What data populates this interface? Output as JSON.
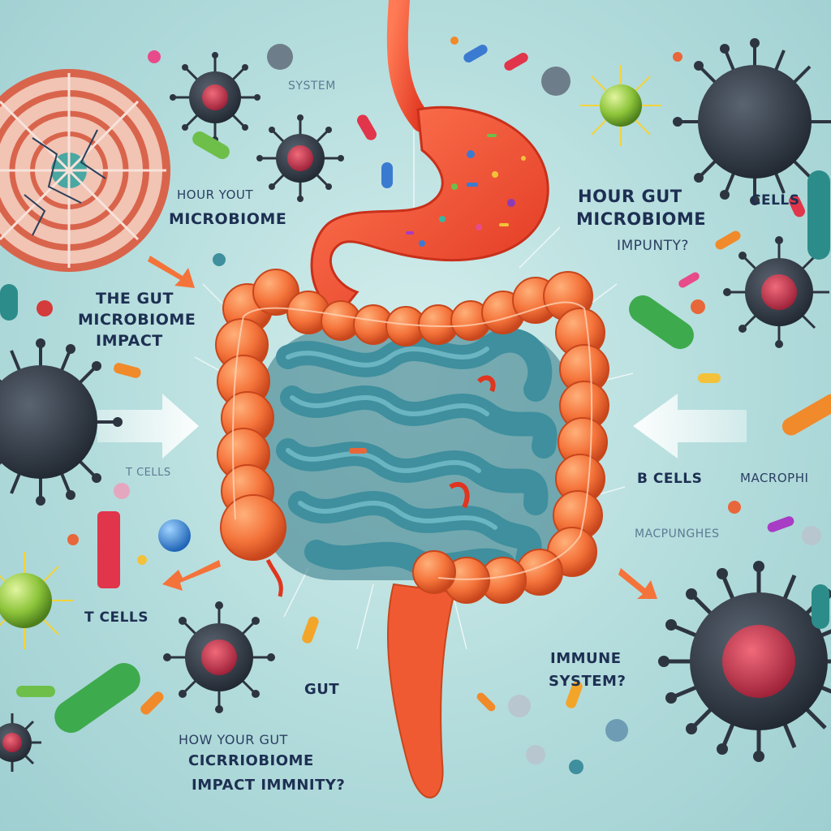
{
  "labels": {
    "system_top": "SYSTEM",
    "hour_yout": "HOUR YOUT",
    "microbiome_left": "MICROBIOME",
    "the_gut": "THE GUT",
    "microbiome_impact_1": "MICROBIOME",
    "microbiome_impact_2": "IMPACT",
    "t_cells_faint": "T CELLS",
    "t_cells": "T CELLS",
    "gut": "GUT",
    "how_your_gut": "HOW YOUR GUT",
    "cicrrobiome": "CICRRIOBIOME",
    "impact_immunity": "IMPACT IMMNITY?",
    "hour_gut": "HOUR GUT",
    "microbiome_right": "MICROBIOME",
    "impunty": "IMPUNTY?",
    "cells": "CELLS",
    "b_cells": "B CELLS",
    "macrophi": "MACROPHI",
    "macpunghes": "MACPUNGHES",
    "immune": "IMMUNE",
    "system_q": "SYSTEM?"
  },
  "colors": {
    "background": "#b3dcdc",
    "colon": "#f4733a",
    "stomach": "#f0482c",
    "small_intestine": "#3f8f9e",
    "virus_dark": "#2d3540",
    "virus_core": "#c9304a",
    "green_cell": "#8cc43a",
    "text": "#1d2f52"
  }
}
